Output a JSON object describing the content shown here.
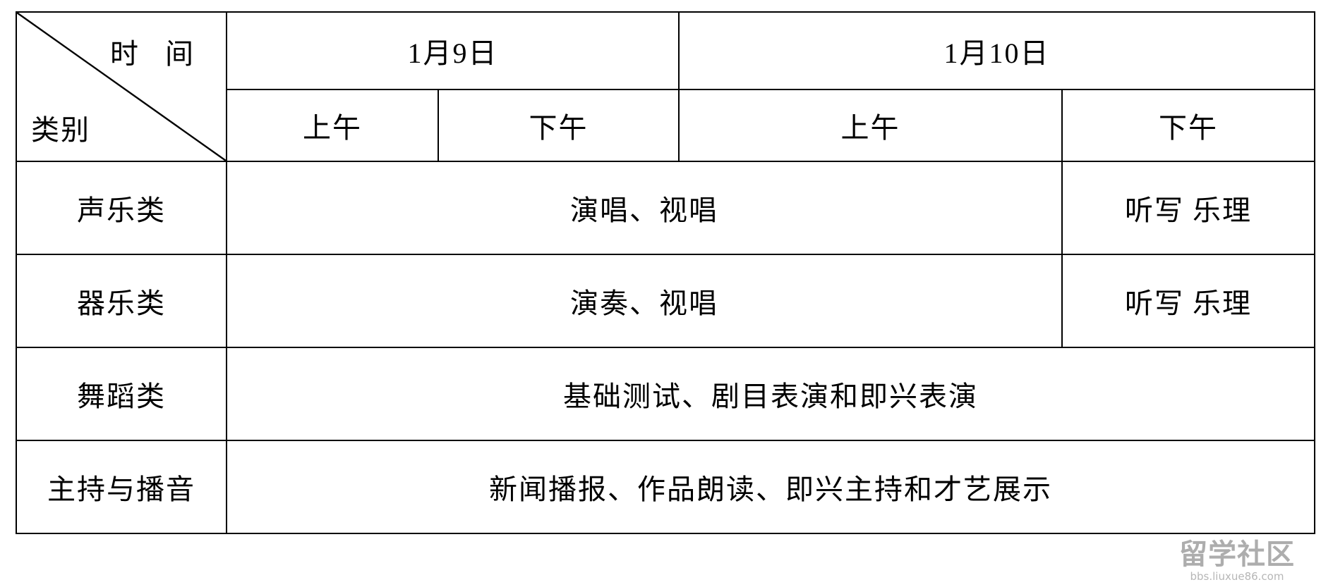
{
  "document": {
    "kind": "exam-schedule-table"
  },
  "table": {
    "corner": {
      "time_label": "时 间",
      "category_label": "类别"
    },
    "date_headers": [
      {
        "label": "1月9日",
        "colspan": 2
      },
      {
        "label": "1月10日",
        "colspan": 2
      }
    ],
    "session_headers": [
      {
        "label": "上午"
      },
      {
        "label": "下午"
      },
      {
        "label": "上午"
      },
      {
        "label": "下午"
      }
    ],
    "rows": [
      {
        "category": "声乐类",
        "cells": [
          {
            "text": "演唱、视唱",
            "colspan": 3
          },
          {
            "text": "听写 乐理",
            "colspan": 1
          }
        ]
      },
      {
        "category": "器乐类",
        "cells": [
          {
            "text": "演奏、视唱",
            "colspan": 3
          },
          {
            "text": "听写 乐理",
            "colspan": 1
          }
        ]
      },
      {
        "category": "舞蹈类",
        "cells": [
          {
            "text": "基础测试、剧目表演和即兴表演",
            "colspan": 4
          }
        ]
      },
      {
        "category": "主持与播音",
        "cells": [
          {
            "text": "新闻播报、作品朗读、即兴主持和才艺展示",
            "colspan": 4
          }
        ]
      }
    ]
  },
  "watermark": {
    "title": "留学社区",
    "url": "bbs.liuxue86.com"
  },
  "colors": {
    "border": "#000000",
    "text": "#000000",
    "background": "#ffffff",
    "watermark": "#8e8e8e"
  }
}
